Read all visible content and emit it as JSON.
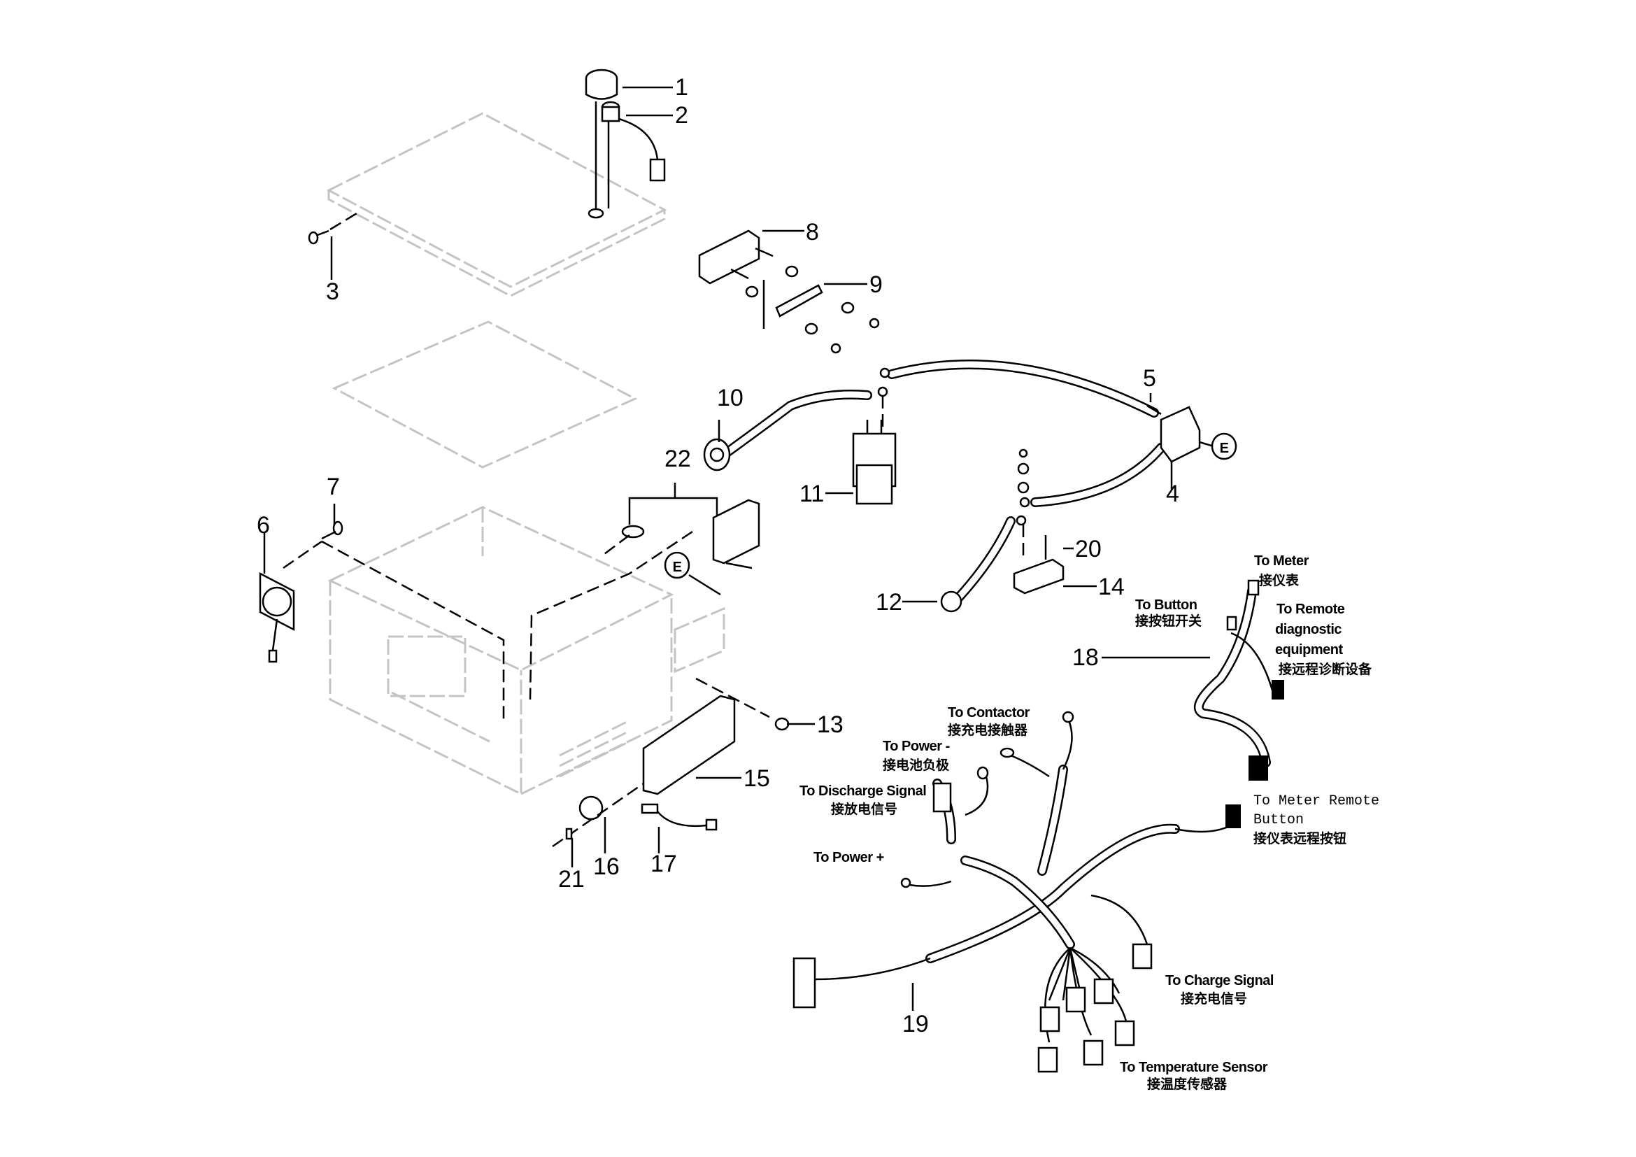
{
  "diagram": {
    "title": "Exploded view - electrical box assembly",
    "callouts": [
      "1",
      "2",
      "3",
      "4",
      "5",
      "6",
      "7",
      "8",
      "9",
      "10",
      "11",
      "12",
      "13",
      "14",
      "15",
      "16",
      "17",
      "18",
      "19",
      "20",
      "21",
      "22"
    ],
    "reference_marker": "E",
    "annotations": {
      "to_meter": {
        "en": "To Meter",
        "cn": "接仪表"
      },
      "to_button": {
        "en": "To Button",
        "cn": "接按钮开关"
      },
      "to_remote": {
        "en1": "To Remote",
        "en2": "diagnostic",
        "en3": "equipment",
        "cn": "接远程诊断设备"
      },
      "to_contactor": {
        "en": "To Contactor",
        "cn": "接充电接触器"
      },
      "to_power_neg": {
        "en": "To Power -",
        "cn": "接电池负极"
      },
      "to_discharge": {
        "en": "To Discharge Signal",
        "cn": "接放电信号"
      },
      "to_power_pos": {
        "en": "To Power +"
      },
      "to_meter_remote": {
        "en1": "To Meter Remote",
        "en2": "Button",
        "cn": "接仪表远程按钮"
      },
      "to_charge": {
        "en": "To Charge Signal",
        "cn": "接充电信号"
      },
      "to_temp": {
        "en": "To Temperature Sensor",
        "cn": "接温度传感器"
      }
    }
  }
}
